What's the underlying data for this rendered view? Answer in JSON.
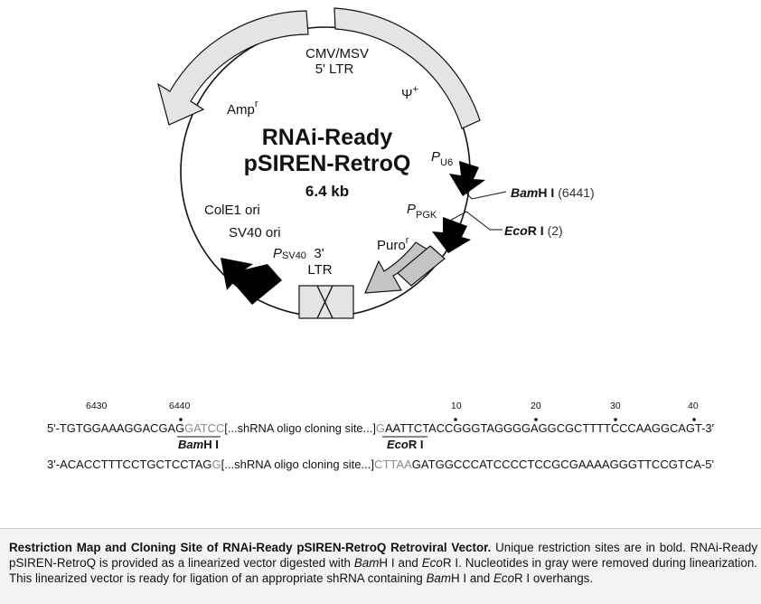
{
  "map": {
    "title_line1": "RNAi-Ready",
    "title_line2": "pSIREN-RetroQ",
    "size": "6.4 kb",
    "features": {
      "cmv_line1": "CMV/MSV",
      "cmv_line2": "5' LTR",
      "psi": "Ψ",
      "psi_sup": "+",
      "amp": "Amp",
      "amp_sup": "r",
      "pu6_p": "P",
      "pu6_sub": "U6",
      "colE1": "ColE1 ori",
      "sv40ori": "SV40 ori",
      "psv40_p": "P",
      "psv40_sub": "SV40",
      "ltr3_line1": "3'",
      "ltr3_line2": "LTR",
      "ppgk_p": "P",
      "ppgk_sub": "PGK",
      "puro": "Puro",
      "puro_sup": "r"
    },
    "sites": {
      "bamhi_italic": "Bam",
      "bamhi_rest": "H I",
      "bamhi_pos": "(6441)",
      "ecori_italic": "Eco",
      "ecori_rest": "R I",
      "ecori_pos": "(2)"
    }
  },
  "sequence": {
    "numbers": [
      "6430",
      "6440",
      "10",
      "20",
      "30",
      "40"
    ],
    "top": {
      "p1": "5'-TGTGGAAAGGACGAG",
      "p2": "GATCC",
      "p3": "[...shRNA oligo cloning site...]",
      "p4": "G",
      "p5": "AATTCTACCGGGTAGGGGAGGCGCTTTTCCCAAGGCAGT-3'"
    },
    "bottom": {
      "p1": "3'-ACACCTTTCCTGCTCCTAG",
      "p2": "G",
      "p3": "[...shRNA oligo cloning site...]",
      "p4": "CTTAA",
      "p5": "GATGGCCCATCCCCTCCGCGAAAAGGGTTCCGTCA-5'"
    },
    "bamhi_italic": "Bam",
    "bamhi_rest": "H I",
    "ecori_italic": "Eco",
    "ecori_rest": "R I"
  },
  "caption": {
    "bold_title": "Restriction Map and Cloning Site of RNAi-Ready pSIREN-RetroQ Retroviral Vector.",
    "s1": " Unique restriction sites are in bold. RNAi-Ready pSIREN-RetroQ is provided as a linearized vector digested with ",
    "bam": "Bam",
    "s2": "H I and ",
    "eco": "Eco",
    "s3": "R I. Nucleotides in gray were removed during linearization. This linearized vector is ready for ligation of an appropriate shRNA containing ",
    "bam2": "Bam",
    "s4": "H I and ",
    "eco2": "Eco",
    "s5": "R I overhangs."
  },
  "colors": {
    "light_fill": "#e4e4e4",
    "puro_fill": "#c4c4c4",
    "dark_fill": "#000000",
    "gray_text": "#8a8a8a"
  }
}
